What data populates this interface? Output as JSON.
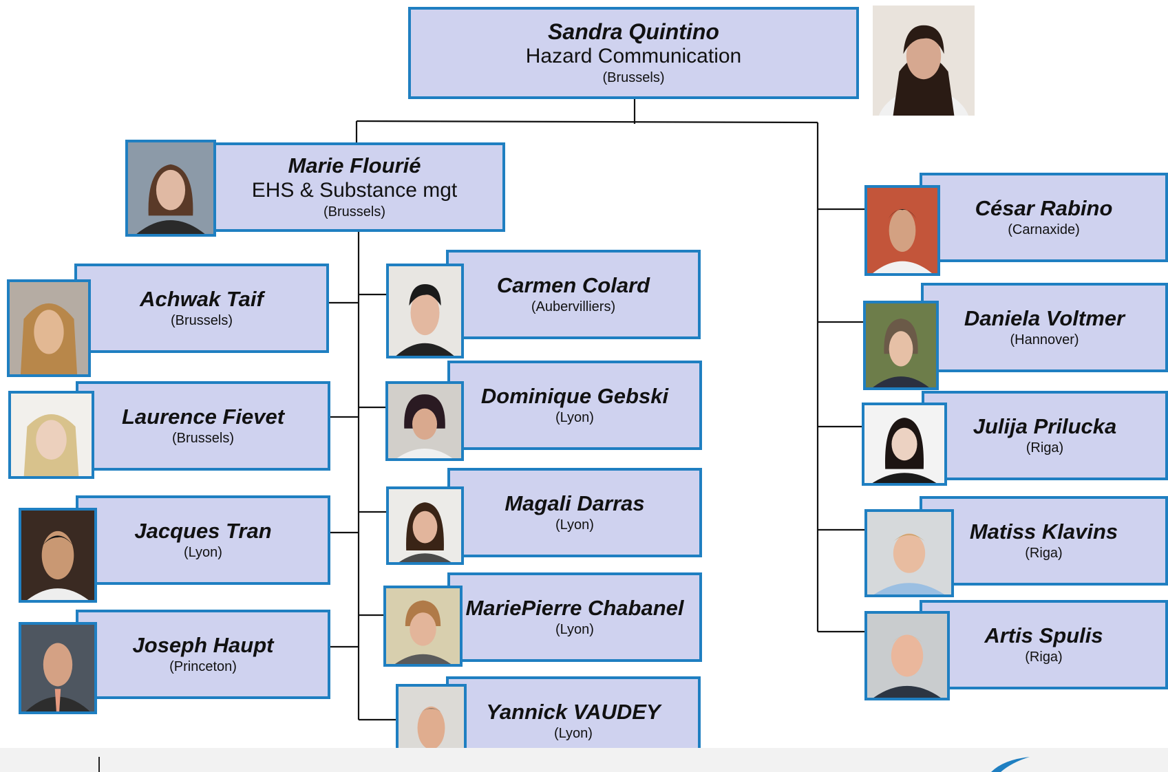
{
  "head": {
    "name": "Sandra Quintino",
    "role": "Hazard Communication",
    "location": "(Brussels)"
  },
  "manager": {
    "name": "Marie Flourié",
    "role": "EHS & Substance mgt",
    "location": "(Brussels)"
  },
  "left_col": [
    {
      "name": "Achwak Taif",
      "location": "(Brussels)"
    },
    {
      "name": "Laurence Fievet",
      "location": "(Brussels)"
    },
    {
      "name": "Jacques Tran",
      "location": "(Lyon)"
    },
    {
      "name": "Joseph Haupt",
      "location": "(Princeton)"
    }
  ],
  "mid_col": [
    {
      "name": "Carmen Colard",
      "location": "(Aubervilliers)"
    },
    {
      "name": "Dominique Gebski",
      "location": "(Lyon)"
    },
    {
      "name": "Magali Darras",
      "location": "(Lyon)"
    },
    {
      "name": "MariePierre Chabanel",
      "location": "(Lyon)"
    },
    {
      "name": "Yannick VAUDEY",
      "location": "(Lyon)"
    }
  ],
  "right_col": [
    {
      "name": "César Rabino",
      "location": "(Carnaxide)"
    },
    {
      "name": "Daniela Voltmer",
      "location": "(Hannover)"
    },
    {
      "name": "Julija Prilucka",
      "location": "(Riga)"
    },
    {
      "name": "Matiss Klavins",
      "location": "(Riga)"
    },
    {
      "name": "Artis Spulis",
      "location": "(Riga)"
    }
  ],
  "colors": {
    "box_fill": "#cfd2ef",
    "box_border": "#1f7fc1",
    "line": "#111111"
  }
}
